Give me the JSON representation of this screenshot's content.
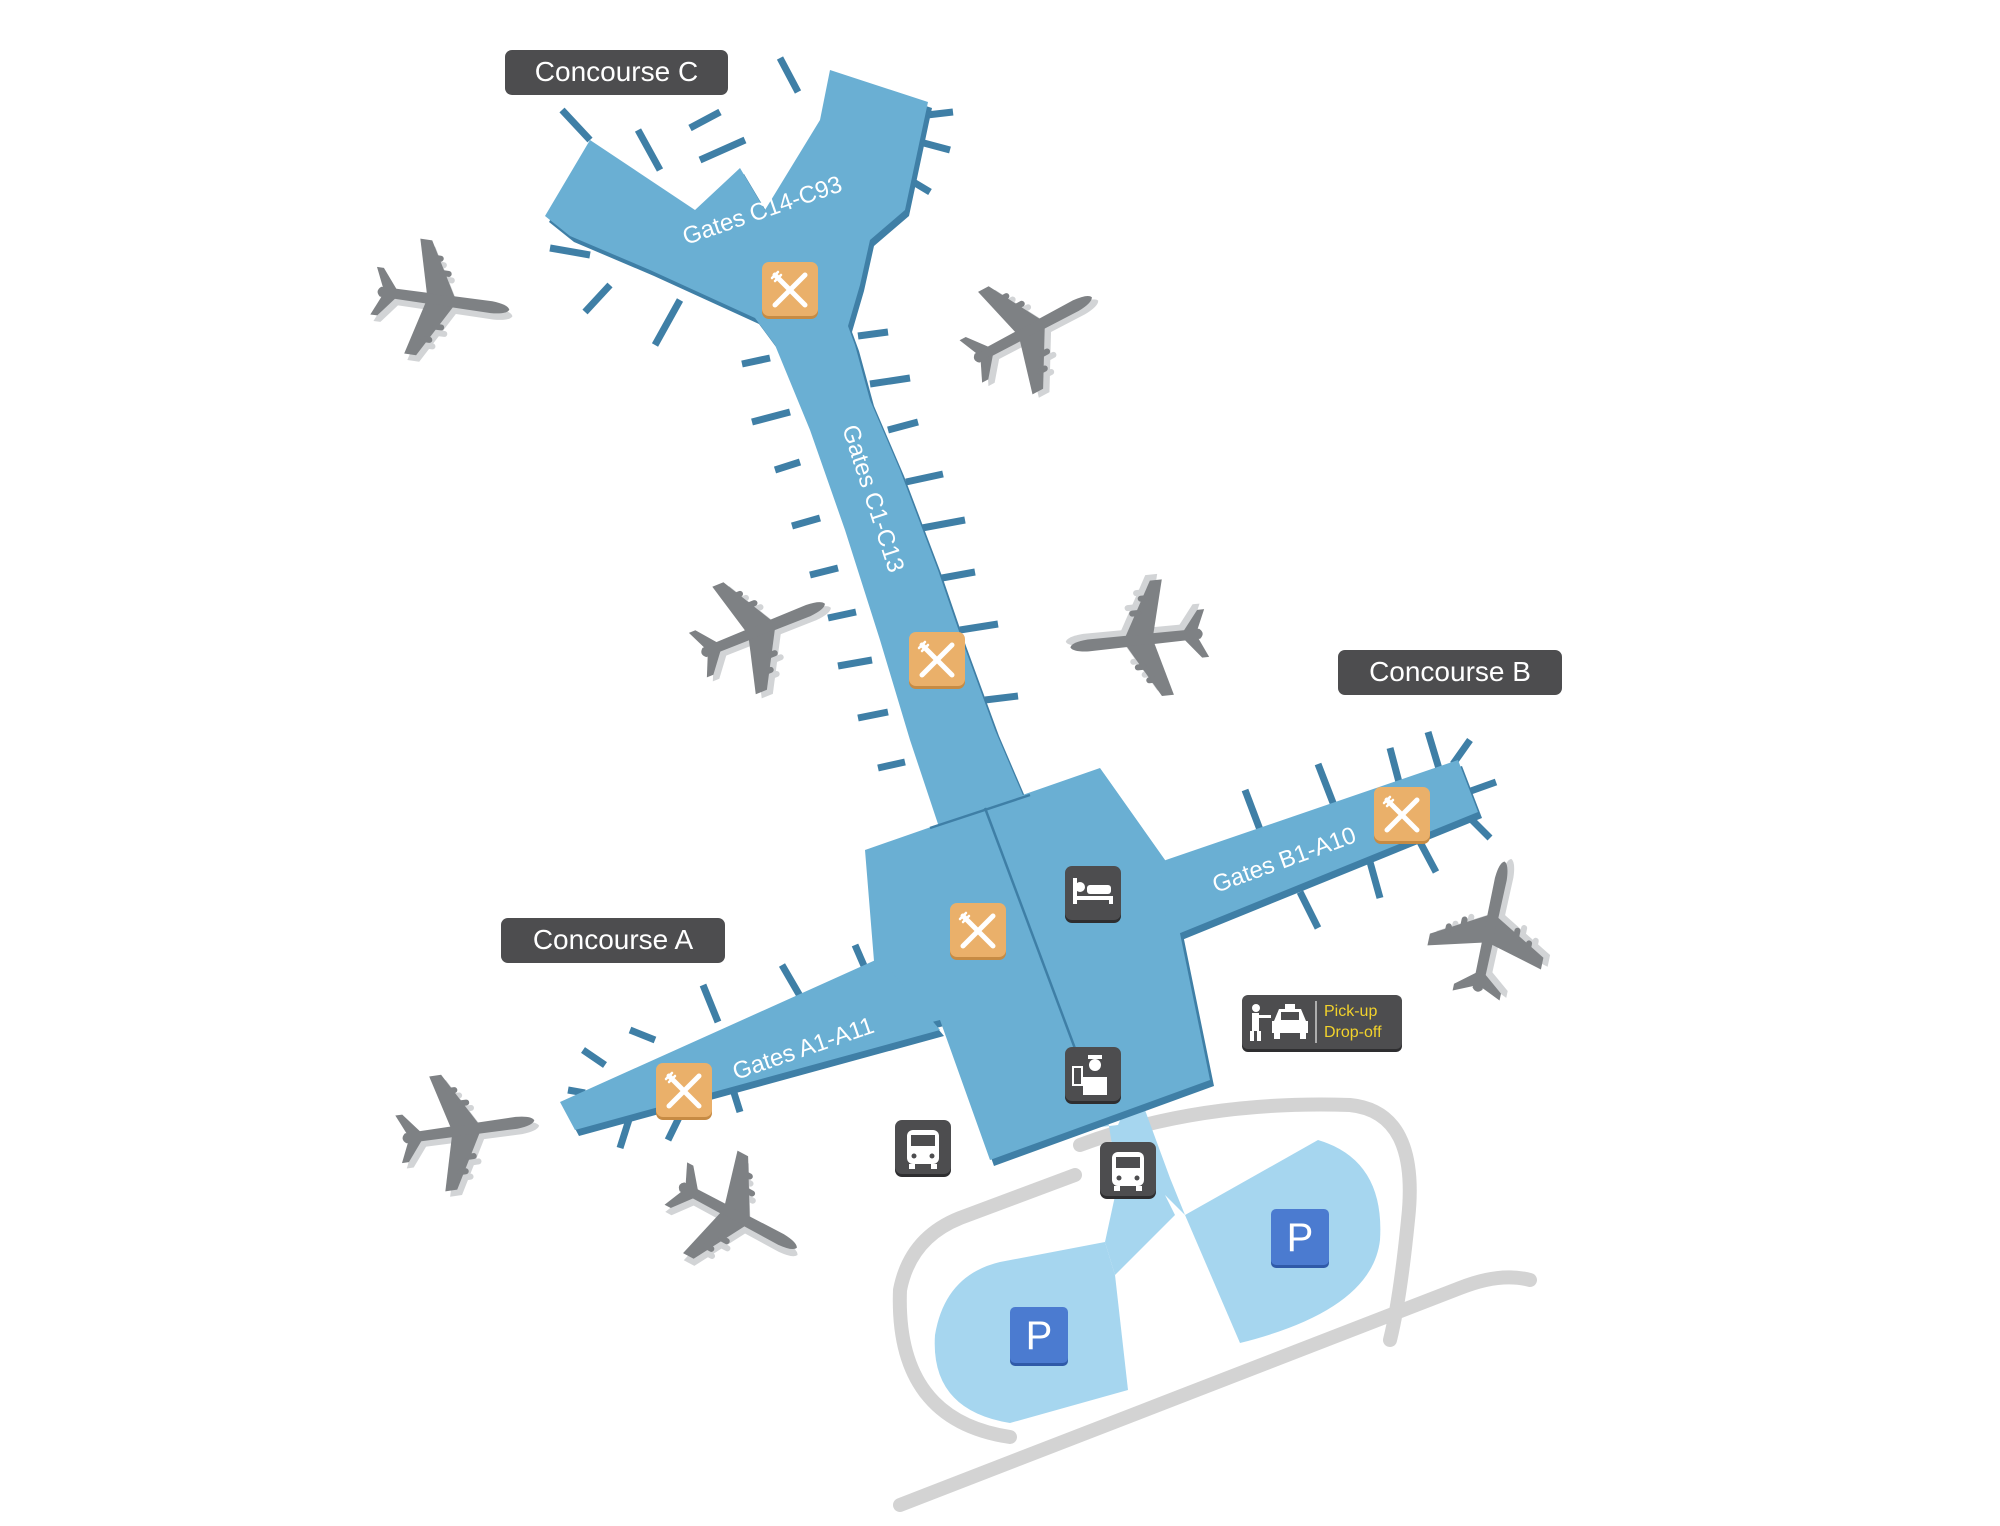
{
  "concourses": {
    "c": "Concourse C",
    "b": "Concourse B",
    "a": "Concourse A"
  },
  "gates": {
    "c_upper": "Gates C14-C93",
    "c_lower": "Gates C1-C13",
    "b": "Gates B1-A10",
    "a": "Gates A1-A11"
  },
  "parking": {
    "left": "P",
    "right": "P"
  },
  "pickup": {
    "line1": "Pick-up",
    "line2": "Drop-off"
  },
  "colors": {
    "terminal": "#6aafd3",
    "terminal_edge": "#3f7fa6",
    "parking_lot": "#a6d6ef",
    "road": "#d3d3d3",
    "airplane": "#7e8184",
    "airplane_shadow": "#cfd1d3",
    "label_bg": "#4d4d4f",
    "restaurant_bg": "#eab06a",
    "parking_sign": "#4b7bd0",
    "pickup_text": "#f2d22b"
  },
  "icons": {
    "restaurant": "restaurant-icon",
    "hotel": "hotel-bed-icon",
    "security": "security-officer-icon",
    "bus": "bus-icon",
    "taxi": "taxi-icon",
    "airplane": "airplane-icon",
    "parking": "parking-icon"
  }
}
